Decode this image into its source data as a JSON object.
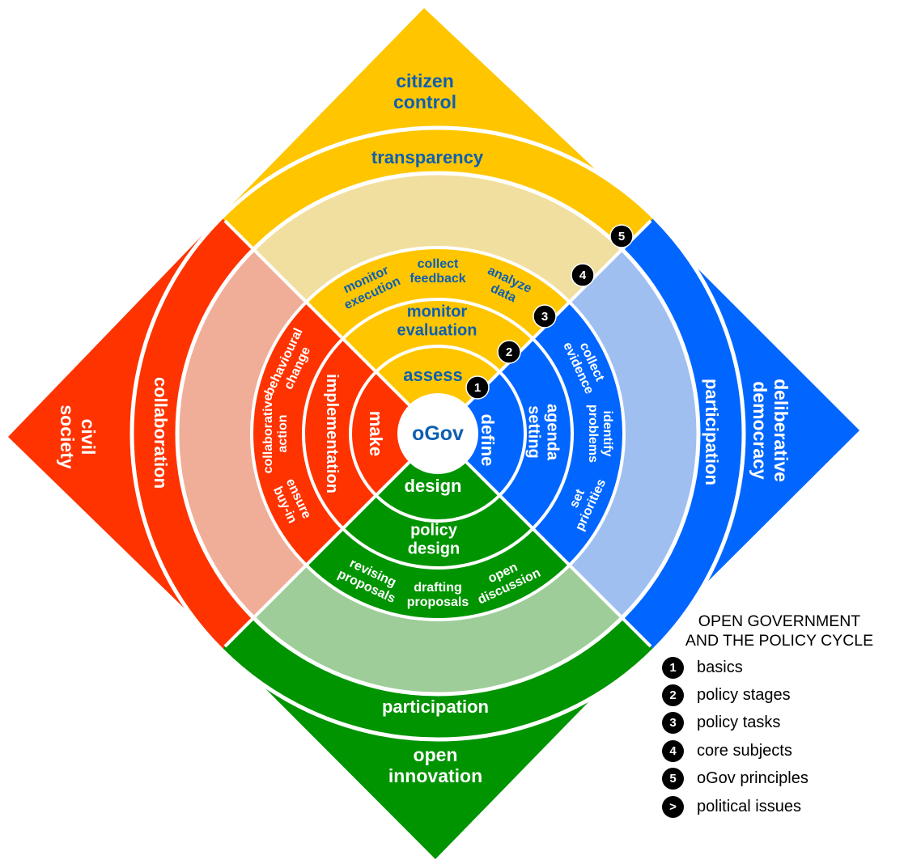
{
  "colors": {
    "yellow": "#ffc600",
    "yellow_light": "#f1df9f",
    "blue": "#0066ff",
    "blue_light": "#a0bff1",
    "green": "#009400",
    "green_light": "#9ecd9a",
    "red": "#ff3300",
    "red_light": "#f0ae98",
    "label_blue": "#0e5fb0"
  },
  "center": "oGov",
  "stages": {
    "top": "assess",
    "right": "define",
    "bottom": "design",
    "left": "make"
  },
  "subjects": {
    "top": [
      "monitor",
      "evaluation"
    ],
    "right": [
      "agenda",
      "setting"
    ],
    "bottom": [
      "policy",
      "design"
    ],
    "left": "implementation"
  },
  "tasks": {
    "top": [
      [
        "monitor",
        "execution"
      ],
      [
        "collect",
        "feedback"
      ],
      [
        "analyze",
        "data"
      ]
    ],
    "right": [
      [
        "collect",
        "evidence"
      ],
      [
        "identify",
        "problems"
      ],
      [
        "set",
        "priorities"
      ]
    ],
    "bottom": [
      [
        "revising",
        "proposals"
      ],
      [
        "drafting",
        "proposals"
      ],
      [
        "open",
        "discussion"
      ]
    ],
    "left": [
      [
        "behavioural",
        "change"
      ],
      [
        "collaborative",
        "action"
      ],
      [
        "ensure",
        "buy-in"
      ]
    ]
  },
  "principles": {
    "top": "transparency",
    "right": "participation",
    "bottom": "participation",
    "left": "collaboration"
  },
  "corners": {
    "top": [
      "citizen",
      "control"
    ],
    "right": [
      "deliberative",
      "democracy"
    ],
    "bottom": [
      "open",
      "innovation"
    ],
    "left": [
      "civil",
      "society"
    ]
  },
  "badges": [
    "1",
    "2",
    "3",
    "4",
    "5"
  ],
  "legend": {
    "title": [
      "OPEN GOVERNMENT",
      "AND THE POLICY CYCLE"
    ],
    "items": [
      {
        "badge": "1",
        "label": "basics"
      },
      {
        "badge": "2",
        "label": "policy stages"
      },
      {
        "badge": "3",
        "label": "policy tasks"
      },
      {
        "badge": "4",
        "label": "core subjects"
      },
      {
        "badge": "5",
        "label": "oGov principles"
      },
      {
        "badge": ">",
        "label": "political issues"
      }
    ]
  }
}
